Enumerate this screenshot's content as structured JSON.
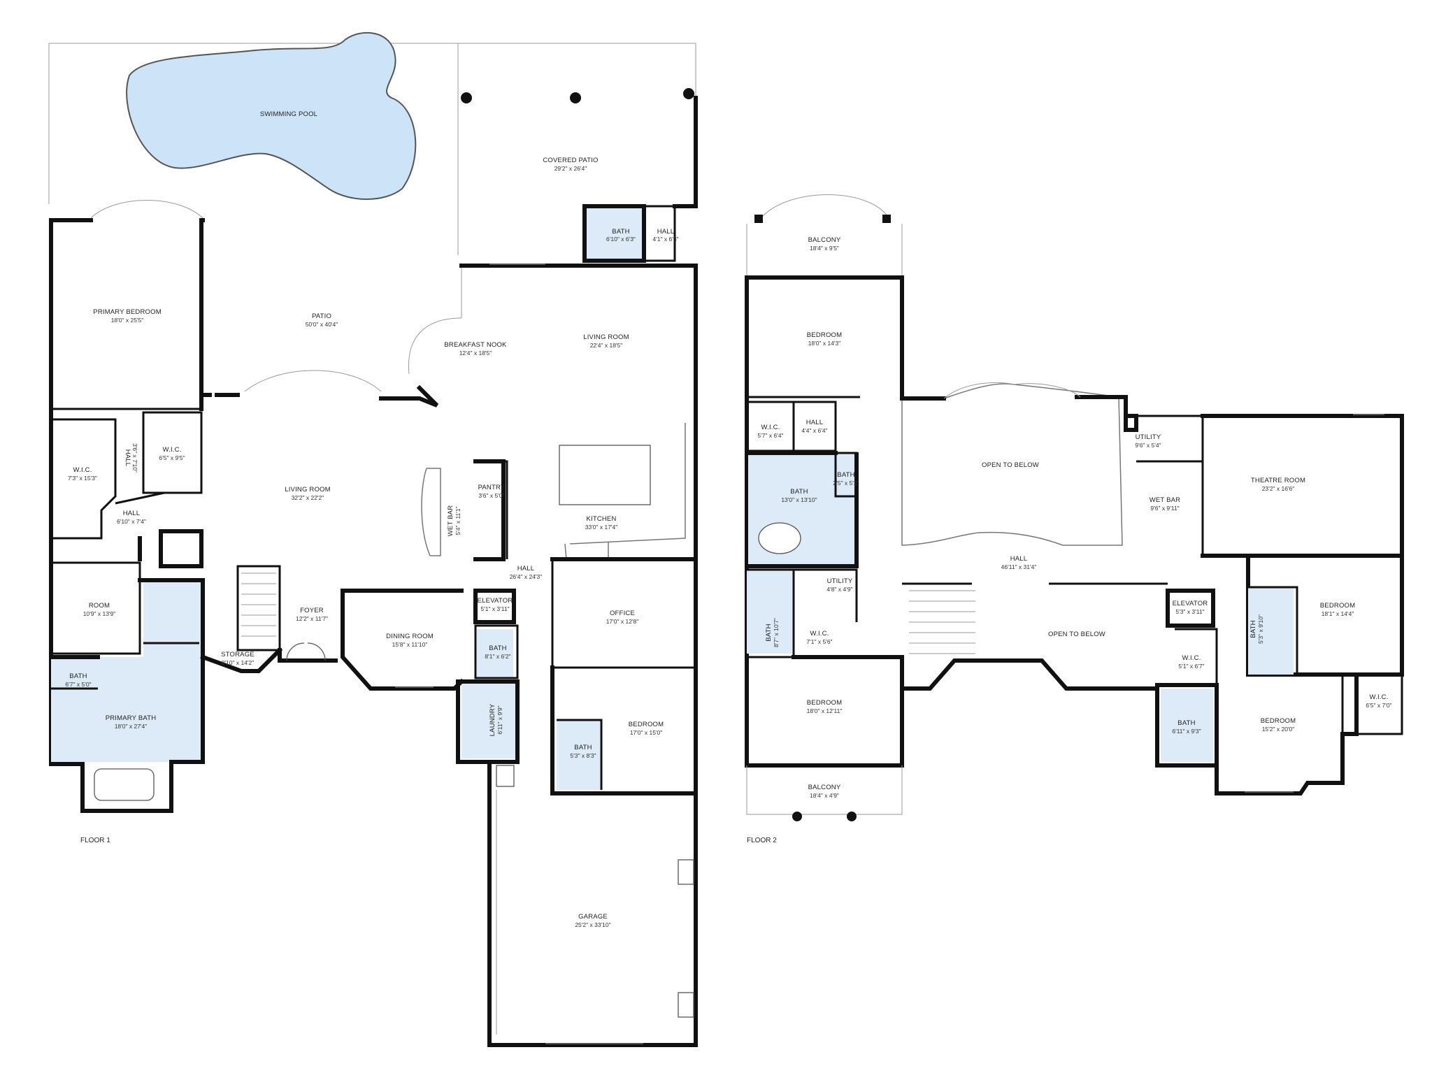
{
  "floors": [
    {
      "label": "FLOOR 1"
    },
    {
      "label": "FLOOR 2"
    }
  ],
  "rooms": {
    "swimming_pool": {
      "name": "SWIMMING POOL",
      "dims": ""
    },
    "covered_patio": {
      "name": "COVERED PATIO",
      "dims": "29'2\" x 26'4\""
    },
    "bath_patio": {
      "name": "BATH",
      "dims": "6'10\" x 6'3\""
    },
    "hall_patio": {
      "name": "HALL",
      "dims": "4'1\" x 6'3\""
    },
    "primary_bedroom": {
      "name": "PRIMARY BEDROOM",
      "dims": "18'0\" x 25'5\""
    },
    "patio": {
      "name": "PATIO",
      "dims": "50'0\" x 40'4\""
    },
    "breakfast_nook": {
      "name": "BREAKFAST NOOK",
      "dims": "12'4\" x 18'5\""
    },
    "living_room_1": {
      "name": "LIVING ROOM",
      "dims": "22'4\" x 18'5\""
    },
    "wic_1": {
      "name": "W.I.C.",
      "dims": "7'3\" x 15'3\""
    },
    "hall_1": {
      "name": "HALL",
      "dims": "3'6\" x 7'10\""
    },
    "wic_2": {
      "name": "W.I.C.",
      "dims": "6'5\" x 9'5\""
    },
    "hall_2": {
      "name": "HALL",
      "dims": "6'10\" x 7'4\""
    },
    "living_room_2": {
      "name": "LIVING ROOM",
      "dims": "32'2\" x 22'2\""
    },
    "wet_bar_1": {
      "name": "WET BAR",
      "dims": "5'4\" x 11'1\""
    },
    "pantry": {
      "name": "PANTRY",
      "dims": "3'6\" x 5'0\""
    },
    "kitchen": {
      "name": "KITCHEN",
      "dims": "33'0\" x 17'4\""
    },
    "room": {
      "name": "ROOM",
      "dims": "10'9\" x 13'9\""
    },
    "foyer": {
      "name": "FOYER",
      "dims": "12'2\" x 11'7\""
    },
    "hall_3": {
      "name": "HALL",
      "dims": "26'4\" x 24'3\""
    },
    "elevator_1": {
      "name": "ELEVATOR",
      "dims": "5'1\" x 3'11\""
    },
    "office": {
      "name": "OFFICE",
      "dims": "17'0\" x 12'8\""
    },
    "storage": {
      "name": "STORAGE",
      "dims": "8'10\" x 14'2\""
    },
    "dining_room": {
      "name": "DINING ROOM",
      "dims": "15'8\" x 11'10\""
    },
    "bath_mid": {
      "name": "BATH",
      "dims": "8'1\" x 6'2\""
    },
    "bath_small": {
      "name": "BATH",
      "dims": "6'7\" x 5'0\""
    },
    "primary_bath": {
      "name": "PRIMARY BATH",
      "dims": "18'0\" x 27'4\""
    },
    "laundry": {
      "name": "LAUNDRY",
      "dims": "6'11\" x 9'9\""
    },
    "bedroom_f1": {
      "name": "BEDROOM",
      "dims": "17'0\" x 15'0\""
    },
    "bath_bed_f1": {
      "name": "BATH",
      "dims": "5'3\" x 8'3\""
    },
    "garage": {
      "name": "GARAGE",
      "dims": "25'2\" x 33'10\""
    },
    "balcony_top": {
      "name": "BALCONY",
      "dims": "18'4\" x 9'5\""
    },
    "bedroom_f2_a": {
      "name": "BEDROOM",
      "dims": "18'0\" x 14'3\""
    },
    "wic_f2_a": {
      "name": "W.I.C.",
      "dims": "5'7\" x 6'4\""
    },
    "hall_f2_a": {
      "name": "HALL",
      "dims": "4'4\" x 6'4\""
    },
    "open_below_1": {
      "name": "OPEN TO BELOW",
      "dims": ""
    },
    "utility_1": {
      "name": "UTILITY",
      "dims": "9'6\" x 5'4\""
    },
    "bath_f2_main": {
      "name": "BATH",
      "dims": "13'0\" x 13'10\""
    },
    "bath_f2_tiny": {
      "name": "BATH",
      "dims": "2'5\" x 5'2\""
    },
    "wet_bar_2": {
      "name": "WET BAR",
      "dims": "9'6\" x 9'11\""
    },
    "theatre_room": {
      "name": "THEATRE ROOM",
      "dims": "23'2\" x 16'6\""
    },
    "hall_f2_b": {
      "name": "HALL",
      "dims": "46'11\" x 31'4\""
    },
    "utility_2": {
      "name": "UTILITY",
      "dims": "4'8\" x 4'9\""
    },
    "elevator_2": {
      "name": "ELEVATOR",
      "dims": "5'3\" x 3'11\""
    },
    "bath_f2_b": {
      "name": "BATH",
      "dims": "8'7\" x 10'7\""
    },
    "open_below_2": {
      "name": "OPEN TO BELOW",
      "dims": ""
    },
    "bath_f2_c": {
      "name": "BATH",
      "dims": "5'3\" x 9'10\""
    },
    "bedroom_f2_b": {
      "name": "BEDROOM",
      "dims": "18'1\" x 14'4\""
    },
    "wic_f2_b": {
      "name": "W.I.C.",
      "dims": "7'1\" x 5'6\""
    },
    "wic_f2_c": {
      "name": "W.I.C.",
      "dims": "5'1\" x 6'7\""
    },
    "bedroom_f2_c": {
      "name": "BEDROOM",
      "dims": "18'0\" x 12'11\""
    },
    "bath_f2_d": {
      "name": "BATH",
      "dims": "6'11\" x 9'3\""
    },
    "bedroom_f2_d": {
      "name": "BEDROOM",
      "dims": "15'2\" x 20'0\""
    },
    "wic_f2_d": {
      "name": "W.I.C.",
      "dims": "6'5\" x 7'0\""
    },
    "balcony_bottom": {
      "name": "BALCONY",
      "dims": "18'4\" x 4'9\""
    }
  },
  "colors": {
    "wall": "#111111",
    "wet_area": "#dcebf7",
    "pool": "#cde4f8",
    "background": "#ffffff"
  }
}
